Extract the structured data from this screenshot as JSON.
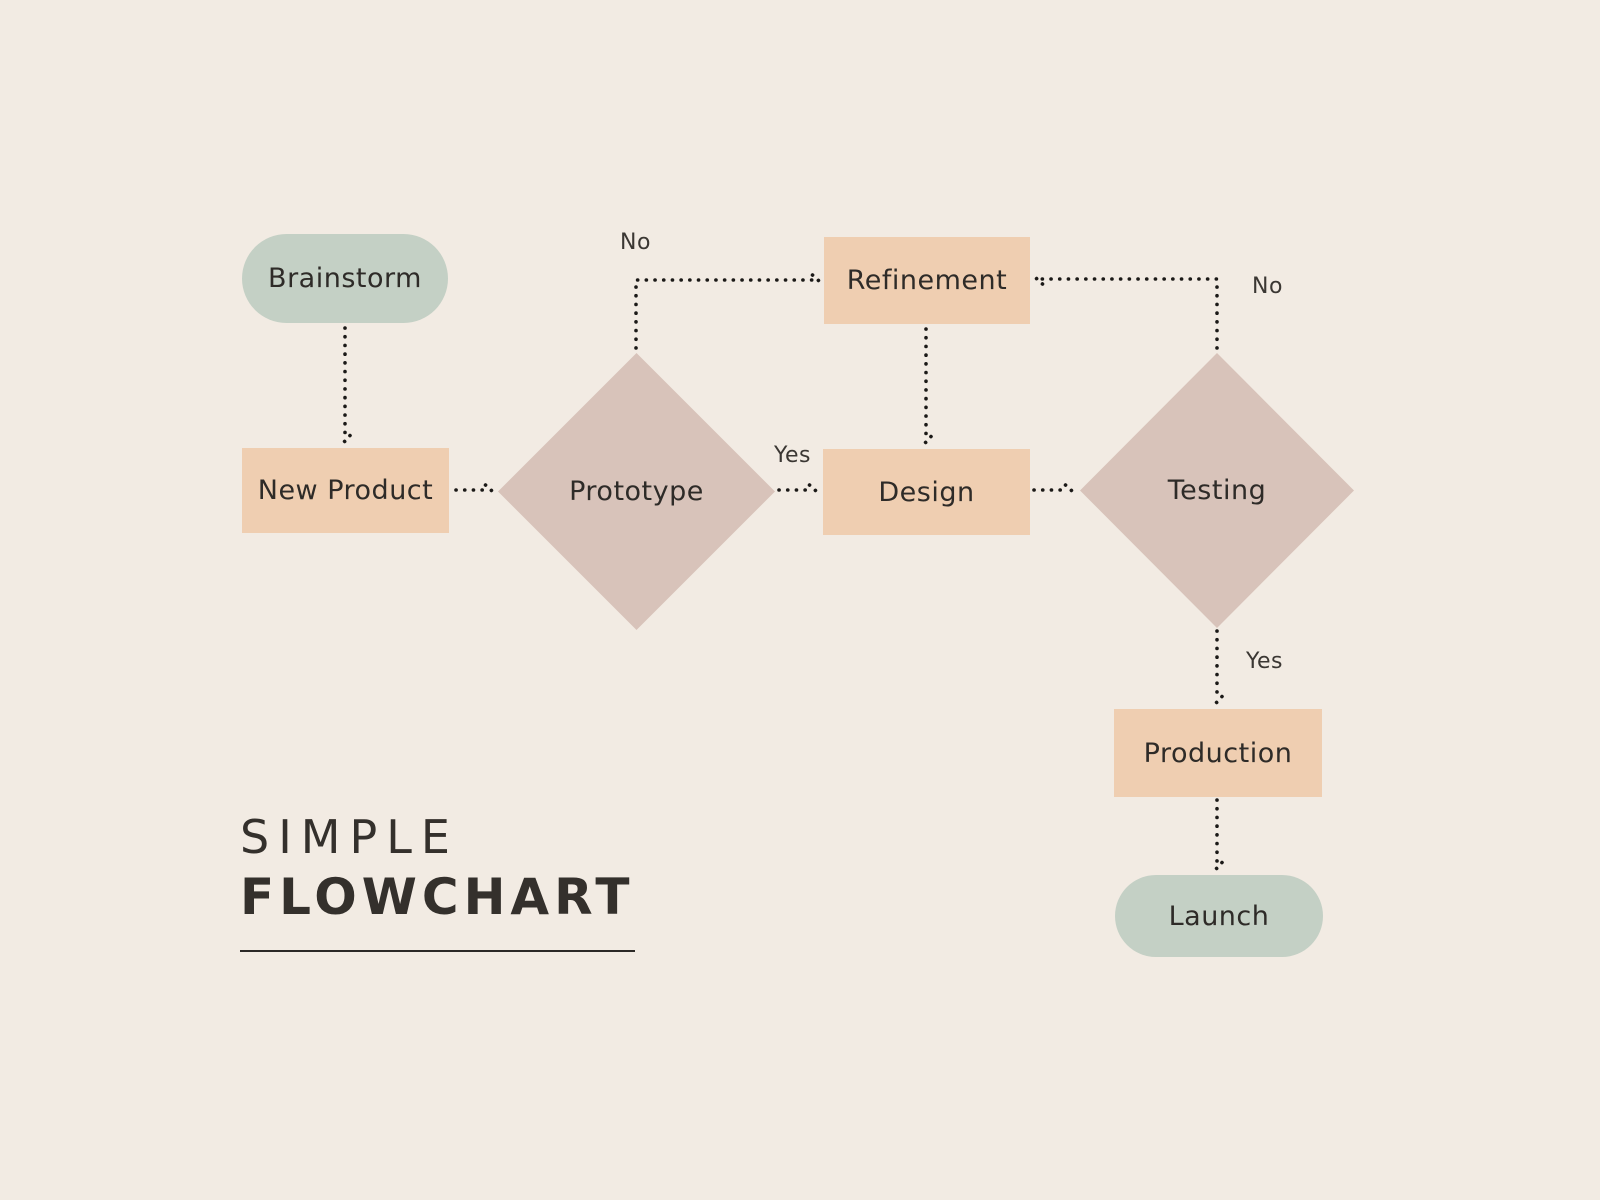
{
  "title": {
    "line1": "SIMPLE",
    "line2": "FLOWCHART"
  },
  "flowchart": {
    "nodes": [
      {
        "id": "brainstorm",
        "label": "Brainstorm",
        "type": "terminator"
      },
      {
        "id": "new-product",
        "label": "New Product",
        "type": "process"
      },
      {
        "id": "prototype",
        "label": "Prototype",
        "type": "decision"
      },
      {
        "id": "refinement",
        "label": "Refinement",
        "type": "process"
      },
      {
        "id": "design",
        "label": "Design",
        "type": "process"
      },
      {
        "id": "testing",
        "label": "Testing",
        "type": "decision"
      },
      {
        "id": "production",
        "label": "Production",
        "type": "process"
      },
      {
        "id": "launch",
        "label": "Launch",
        "type": "terminator"
      }
    ],
    "edges": [
      {
        "from": "brainstorm",
        "to": "new-product",
        "label": ""
      },
      {
        "from": "new-product",
        "to": "prototype",
        "label": ""
      },
      {
        "from": "prototype",
        "to": "design",
        "label": "Yes"
      },
      {
        "from": "prototype",
        "to": "refinement",
        "label": "No"
      },
      {
        "from": "refinement",
        "to": "design",
        "label": ""
      },
      {
        "from": "design",
        "to": "testing",
        "label": ""
      },
      {
        "from": "testing",
        "to": "refinement",
        "label": "No"
      },
      {
        "from": "testing",
        "to": "production",
        "label": "Yes"
      },
      {
        "from": "production",
        "to": "launch",
        "label": ""
      }
    ],
    "edge_labels": {
      "prototype_no": "No",
      "prototype_yes": "Yes",
      "testing_no": "No",
      "testing_yes": "Yes"
    }
  },
  "colors": {
    "bg": "#f2ebe3",
    "terminator": "#c4d0c5",
    "process": "#efceb1",
    "decision": "#d8c3ba",
    "ink": "#2e2b28",
    "line": "#1b1917",
    "title": "#34302c"
  }
}
